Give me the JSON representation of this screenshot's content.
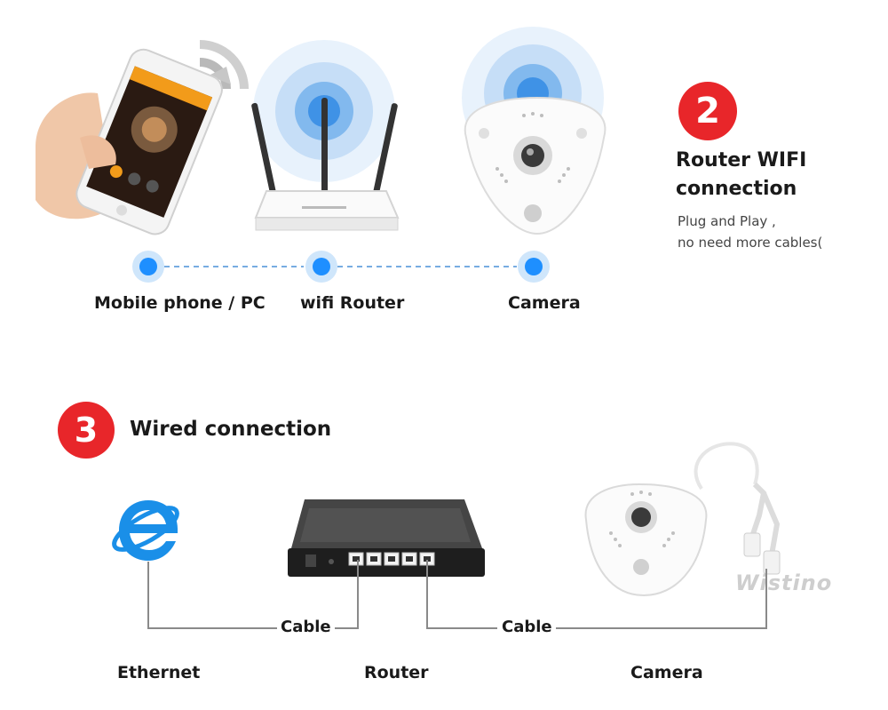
{
  "wifi_section": {
    "badge": "2",
    "title_line1": "Router WIFI",
    "title_line2": "connection",
    "desc_line1": "Plug and Play ,",
    "desc_line2": "no need more cables("
  },
  "wifi_nodes": [
    {
      "label": "Mobile phone / PC"
    },
    {
      "label": "wifi Router"
    },
    {
      "label": "Camera"
    }
  ],
  "wired_section": {
    "badge": "3",
    "title": "Wired connection"
  },
  "wired_nodes": [
    {
      "label": "Ethernet"
    },
    {
      "label": "Router"
    },
    {
      "label": "Camera"
    }
  ],
  "cable_labels": [
    "Cable",
    "Cable"
  ],
  "watermark": "Wistino",
  "colors": {
    "badge_red": "#e8262a",
    "node_blue": "#1e8fff",
    "dashed_line": "#4a90d9",
    "wire_gray": "#8a8a8a"
  }
}
